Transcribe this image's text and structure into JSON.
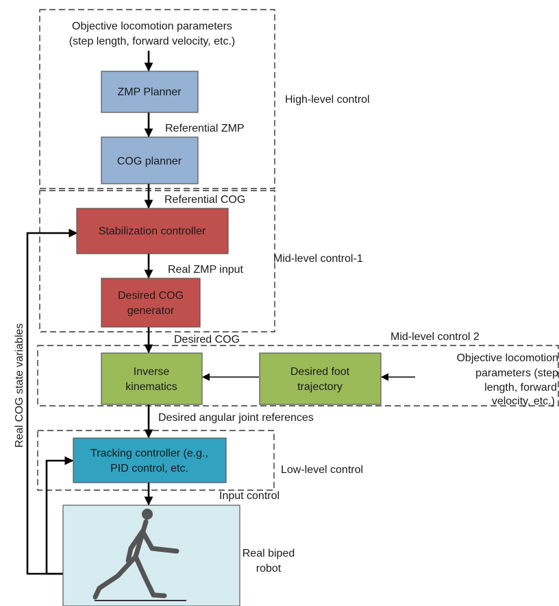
{
  "colors": {
    "blue_box": "#95b1d4",
    "red_box": "#c0504d",
    "green_box": "#9bbb59",
    "cyan_box": "#31a2c0",
    "robot_bg": "#d6ecf1",
    "robot_limb": "#555555"
  },
  "labels": {
    "objective_top_line1": "Objective locomotion parameters",
    "objective_top_line2": "(step length, forward velocity, etc.)",
    "high_level": "High-level control",
    "referential_zmp": "Referential ZMP",
    "referential_cog": "Referential COG",
    "mid_level_1": "Mid-level control-1",
    "real_zmp_input": "Real ZMP input",
    "desired_cog": "Desired COG",
    "mid_level_2": "Mid-level control 2",
    "objective_right_line1": "Objective locomotion",
    "objective_right_line2": "parameters (step",
    "objective_right_line3": "length, forward",
    "objective_right_line4": "velocity, etc.)",
    "desired_angular": "Desired angular joint references",
    "low_level": "Low-level control",
    "input_control": "Input control",
    "real_biped_line1": "Real biped",
    "real_biped_line2": "robot",
    "real_cog_state": "Real COG state variables"
  },
  "boxes": {
    "zmp_planner": [
      "ZMP Planner"
    ],
    "cog_planner": [
      "COG planner"
    ],
    "stabilization": [
      "Stabilization controller"
    ],
    "desired_cog_gen": [
      "Desired COG",
      "generator"
    ],
    "inverse_kinematics": [
      "Inverse",
      "kinematics"
    ],
    "desired_foot": [
      "Desired foot",
      "trajectory"
    ],
    "tracking": [
      "Tracking controller (e.g.,",
      "PID control, etc."
    ]
  },
  "robot_icon": "walking-biped-figure"
}
